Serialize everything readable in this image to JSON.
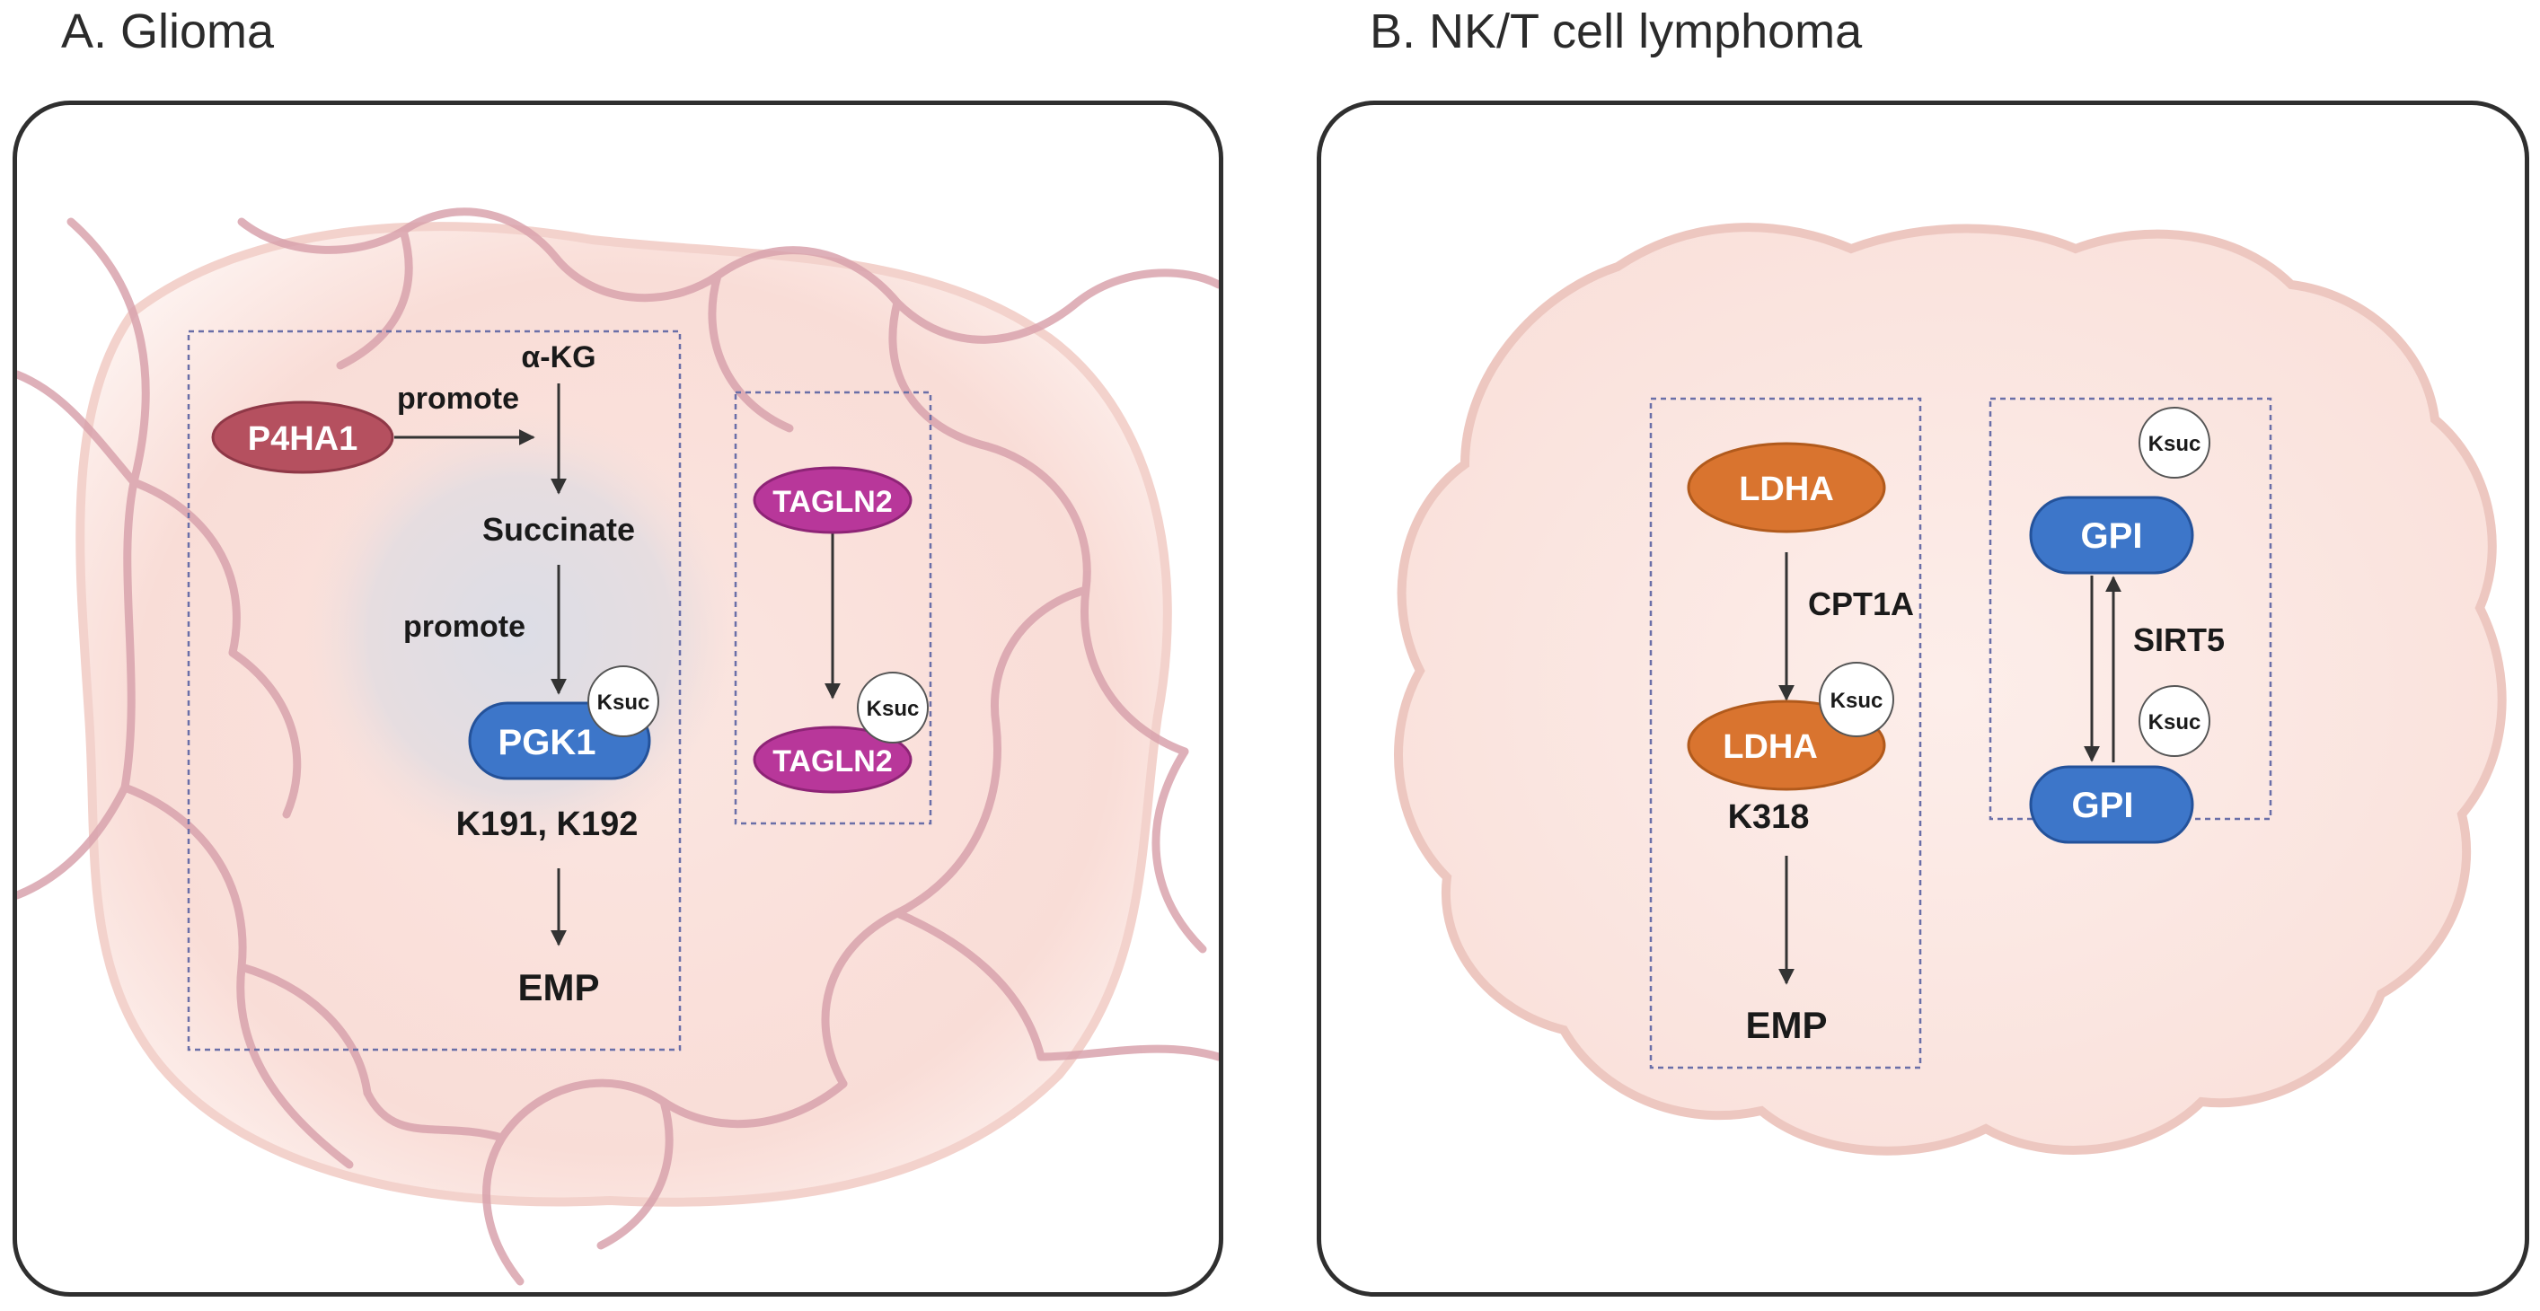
{
  "panel_a": {
    "title": "A. Glioma",
    "nodes": {
      "p4ha1": "P4HA1",
      "pgk1": "PGK1",
      "tagln2_top": "TAGLN2",
      "tagln2_bottom": "TAGLN2"
    },
    "labels": {
      "akg": "α-KG",
      "promote_1": "promote",
      "succinate": "Succinate",
      "promote_2": "promote",
      "sites": "K191, K192",
      "emp": "EMP"
    },
    "badges": {
      "pgk1_ksuc": "Ksuc",
      "tagln2_ksuc": "Ksuc"
    }
  },
  "panel_b": {
    "title": "B. NK/T cell lymphoma",
    "nodes": {
      "ldha_top": "LDHA",
      "ldha_bottom": "LDHA",
      "gpi_top": "GPI",
      "gpi_bottom": "GPI"
    },
    "labels": {
      "cpt1a": "CPT1A",
      "site": "K318",
      "emp": "EMP",
      "sirt5": "SIRT5"
    },
    "badges": {
      "ldha_ksuc": "Ksuc",
      "gpi_top_ksuc": "Ksuc",
      "gpi_bottom_ksuc": "Ksuc"
    }
  },
  "colors": {
    "p4ha1": "#b5505f",
    "tagln2": "#b8379a",
    "pgk1": "#3d76c9",
    "ldha": "#d9742f",
    "gpi": "#3d76c9",
    "tissue": "#f8dcd6",
    "vessel": "#dba7b0",
    "dashed_box": "#6a6fa8"
  }
}
